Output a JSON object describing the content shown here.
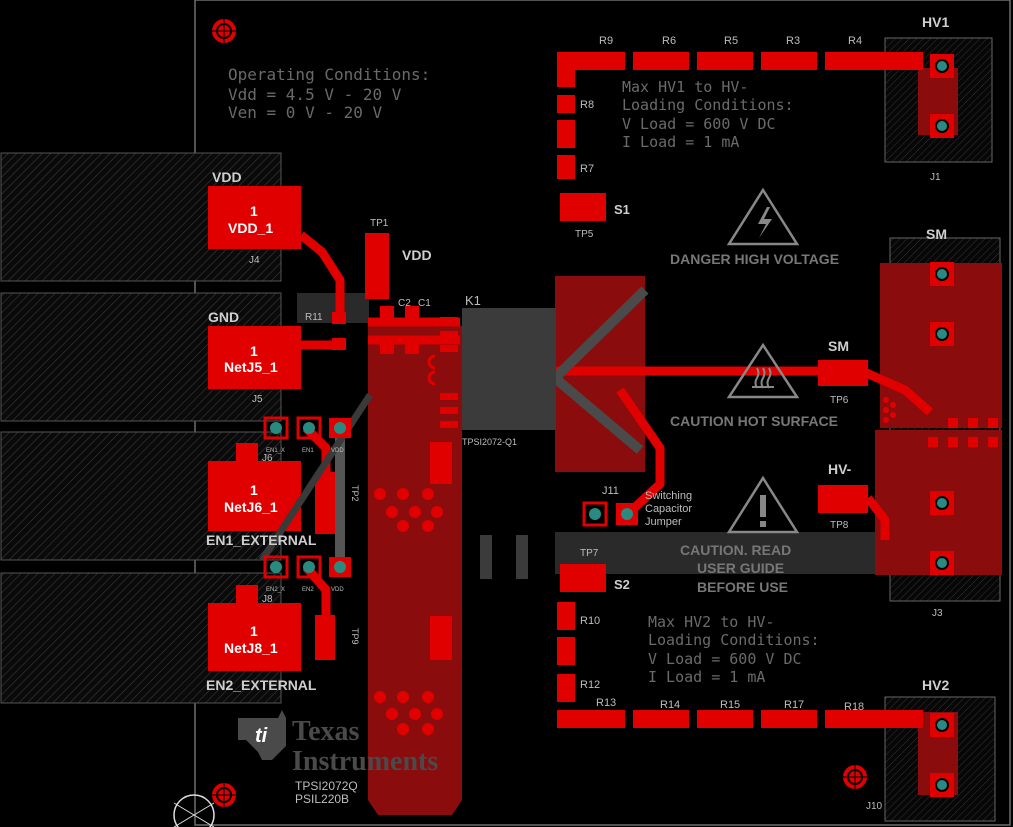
{
  "board": {
    "colors": {
      "background": "#000000",
      "copper": "#e00000",
      "copper_dark": "#8a0c0c",
      "outline": "#6e6e6e",
      "keepout": "#2c2c2c",
      "via": "#2a8a80"
    },
    "part_number": "TPSI2072Q",
    "board_id": "PSIL220B",
    "company_line1": "Texas",
    "company_line2": "Instruments",
    "operating_conditions": {
      "title": "Operating Conditions:",
      "vdd": "Vdd = 4.5 V - 20 V",
      "ven": "Ven = 0 V - 20 V"
    },
    "hv1_conditions": {
      "title": "Max HV1 to HV-",
      "subtitle": "Loading Conditions:",
      "vload": "V Load = 600 V DC",
      "iload": "I Load = 1 mA"
    },
    "hv2_conditions": {
      "title": "Max HV2 to HV-",
      "subtitle": "Loading Conditions:",
      "vload": "V Load = 600 V DC",
      "iload": "I Load = 1 mA"
    },
    "warnings": {
      "danger": "DANGER HIGH VOLTAGE",
      "caution_hot": "CAUTION HOT SURFACE",
      "caution_read_1": "CAUTION.  READ",
      "caution_read_2": "USER GUIDE",
      "caution_read_3": "BEFORE USE"
    },
    "jumper_label": {
      "line1": "Switching",
      "line2": "Capacitor",
      "line3": "Jumper"
    },
    "connectors": {
      "vdd": {
        "title": "VDD",
        "pin": "1",
        "net": "VDD_1",
        "ref": "J4"
      },
      "gnd": {
        "title": "GND",
        "pin": "1",
        "net": "NetJ5_1",
        "ref": "J5"
      },
      "en1": {
        "title": "EN1_EXTERNAL",
        "pin": "1",
        "net": "NetJ6_1",
        "ref": "J6"
      },
      "en2": {
        "title": "EN2_EXTERNAL",
        "pin": "1",
        "net": "NetJ8_1",
        "ref": "J8"
      },
      "hv1": {
        "title": "HV1",
        "ref": "J1"
      },
      "hv2": {
        "title": "HV2",
        "ref": "J10"
      },
      "sm": {
        "title": "SM",
        "ref": "J3"
      },
      "hvminus": {
        "title": "HV-"
      },
      "sm_tp": {
        "title": "SM"
      }
    },
    "testpoints": {
      "tp1": "TP1",
      "tp2": "TP2",
      "tp5": "TP5",
      "tp6": "TP6",
      "tp7": "TP7",
      "tp8": "TP8",
      "tp9": "TP9",
      "vdd_label": "VDD",
      "s1": "S1",
      "s2": "S2"
    },
    "components": {
      "k1": "K1",
      "ic": "TPSI2072-Q1",
      "c1": "C1",
      "c2": "C2",
      "r11": "R11",
      "j11": "J11",
      "r_top": [
        "R9",
        "R6",
        "R5",
        "R3",
        "R4"
      ],
      "r_left_top": [
        "R8",
        "R7"
      ],
      "r_left_bot": [
        "R10",
        "R12"
      ],
      "r_bot": [
        "R13",
        "R14",
        "R15",
        "R17",
        "R18"
      ],
      "hdr_en1": [
        "EN1_X",
        "EN1",
        "VDD"
      ],
      "hdr_en2": [
        "EN2_X",
        "EN2",
        "VDD"
      ]
    }
  }
}
